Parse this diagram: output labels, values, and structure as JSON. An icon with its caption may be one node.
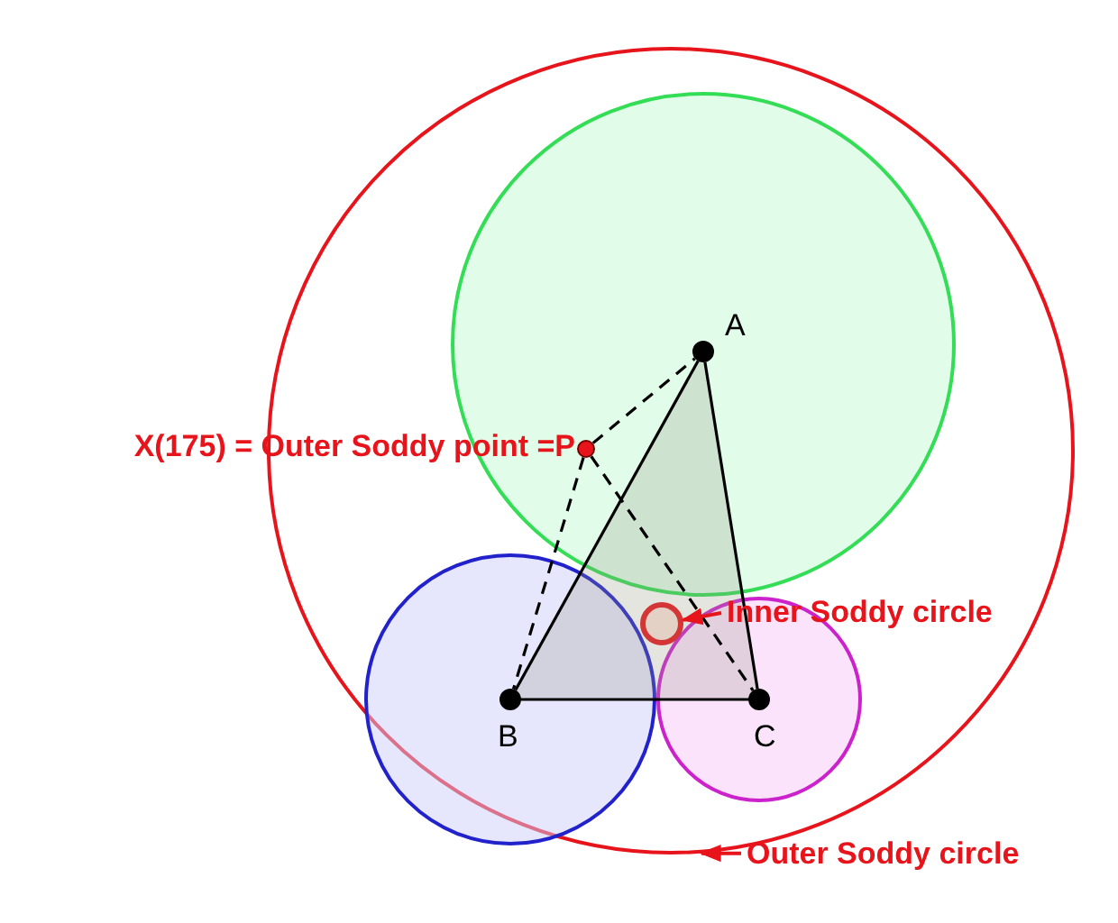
{
  "diagram": {
    "nodes": [
      {
        "text": [],
        "shape": "circle"
      },
      {
        "text": [],
        "shape": "circle",
        "in": 0
      },
      {
        "text": [],
        "shape": "circle",
        "in": 0
      },
      {
        "text": [],
        "shape": "circle",
        "in": 0
      },
      {
        "text": [],
        "shape": "circle",
        "in": 0
      },
      {
        "text": [],
        "shape": "circle",
        "beside": [
          "A"
        ],
        "in": 1
      },
      {
        "text": [],
        "shape": "circle",
        "beside": [
          "B"
        ],
        "in": 2
      },
      {
        "text": [],
        "shape": "circle",
        "beside": [
          "C"
        ],
        "in": 3
      },
      {
        "text": [],
        "shape": "circle",
        "beside": [
          "X(175) = Outer Soddy point =P"
        ],
        "in": 1
      },
      {
        "text": [
          "Inner Soddy circle"
        ],
        "in": 0
      },
      {
        "text": [
          "Outer Soddy circle"
        ]
      }
    ],
    "edges": [
      {
        "from": 5,
        "to": 6,
        "arrow": "none"
      },
      {
        "from": 6,
        "to": 7,
        "arrow": "none"
      },
      {
        "from": 7,
        "to": 5,
        "arrow": "none"
      },
      {
        "from": 8,
        "to": 5,
        "arrow": "none",
        "style": "dashed"
      },
      {
        "from": 8,
        "to": 6,
        "arrow": "none",
        "style": "dashed"
      },
      {
        "from": 8,
        "to": 7,
        "arrow": "none",
        "style": "dashed"
      },
      {
        "from": 9,
        "to": 4,
        "arrow": "to",
        "color": "#e8141b"
      },
      {
        "from": 10,
        "to": 0,
        "arrow": "to",
        "color": "#e8141b"
      }
    ]
  }
}
